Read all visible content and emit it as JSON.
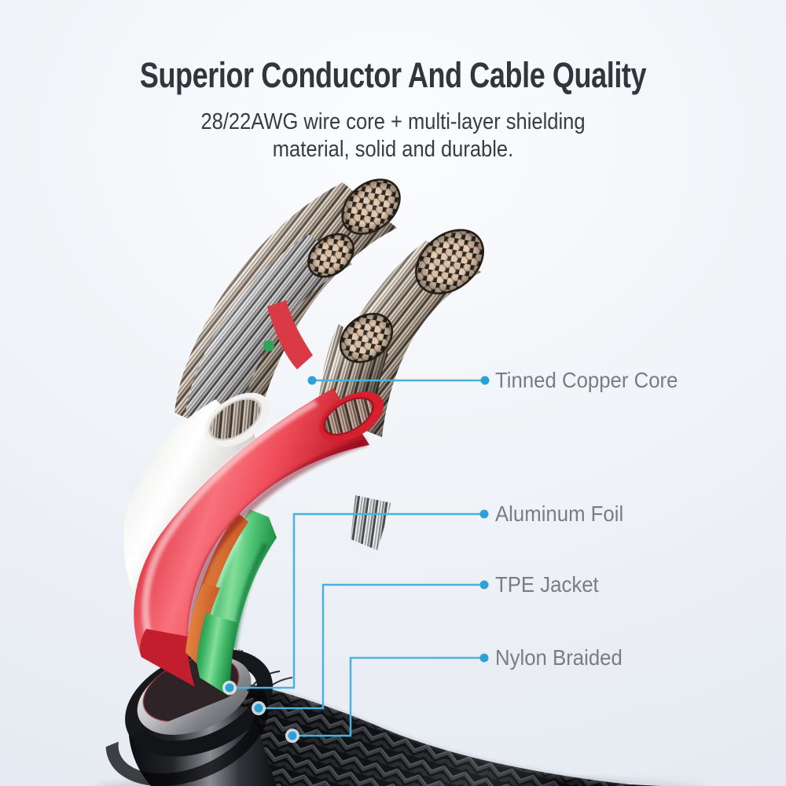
{
  "header": {
    "title": "Superior Conductor And Cable Quality",
    "subtitle_line1": "28/22AWG wire core + multi-layer shielding",
    "subtitle_line2": "material, solid and durable."
  },
  "callouts": [
    {
      "label": "Tinned Copper Core"
    },
    {
      "label": "Aluminum Foil"
    },
    {
      "label": "TPE Jacket"
    },
    {
      "label": "Nylon Braided"
    }
  ],
  "colors": {
    "leader_line": "#49b2dd",
    "callout_dot": "#2ba1d6",
    "label_text": "#797d83",
    "title_text": "#32363b",
    "copper_strand": "#c9ab91",
    "tinned_strand": "#ddd6cf",
    "white_insulation": "#f4f3f1",
    "red_tpe": "#ee4453",
    "green_tpe": "#3cb563",
    "orange_filler": "#e08040",
    "aluminum_foil": "#c6c8cc",
    "tpe_jacket": "#222428",
    "nylon_braid": "#141518",
    "background_top": "#fbfcfe",
    "background_bottom": "#e4e9f1"
  }
}
